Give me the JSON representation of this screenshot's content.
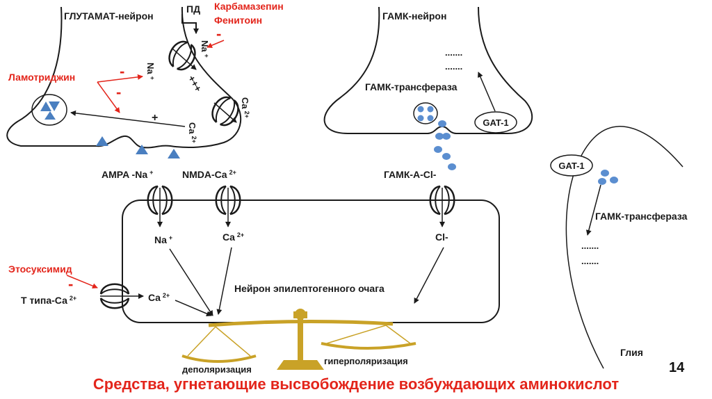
{
  "labels": {
    "glutamate_neuron": "ГЛУТАМАТ-нейрон",
    "gaba_neuron": "ГАМК-нейрон",
    "ap": "ПД",
    "carbamazepine": "Карбамазепин",
    "phenytoin": "Фенитоин",
    "lamotrigine": "Ламотриджин",
    "ethosuximide": "Этосуксимид",
    "minus": "-",
    "na": "Na",
    "ca": "Ca",
    "plus_sup": "+",
    "two_plus_sup": "2+",
    "plus_plus_plus": "+++",
    "plus": "+",
    "ampa": "AMPA -Na",
    "nmda": "NMDA-Ca",
    "gaba_a": "ГАМК-А-Cl-",
    "cl": "Cl-",
    "t_type": "Т типа-Са",
    "epileptic_neuron": "Нейрон эпилептогенного очага",
    "gaba_transferase_top": "ГАМК-трансфераза",
    "gaba_transferase_glia": "ГАМК-трансфераза",
    "dots": ".......",
    "gat1_top": "GAT-1",
    "gat1_glia": "GAT-1",
    "glia": "Глия",
    "depolarization": "деполяризация",
    "hyperpolarization": "гиперполяризация"
  },
  "page_number": "14",
  "caption": "Средства, угнетающие высвобождение возбуждающих аминокислот",
  "colors": {
    "red": "#e3251b",
    "black": "#1a1a1a",
    "triangle": "#4a7fc0",
    "dot": "#5b8ed0",
    "scale_gold": "#c9a227"
  }
}
